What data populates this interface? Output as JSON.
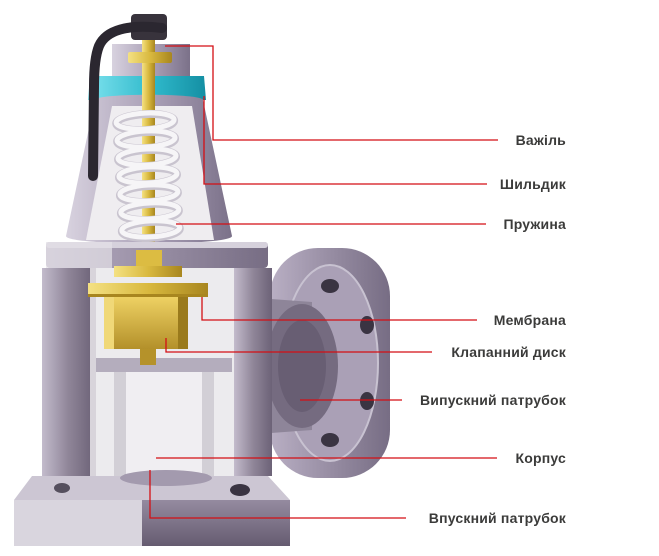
{
  "diagram": {
    "type": "labeled-technical-illustration",
    "labels": [
      {
        "part": "lever",
        "text": "Важіль"
      },
      {
        "part": "nameplate",
        "text": "Шильдик"
      },
      {
        "part": "spring",
        "text": "Пружина"
      },
      {
        "part": "membrane",
        "text": "Мембрана"
      },
      {
        "part": "valve-disc",
        "text": "Клапанний диск"
      },
      {
        "part": "outlet-port",
        "text": "Випускний патрубок"
      },
      {
        "part": "body",
        "text": "Корпус"
      },
      {
        "part": "inlet-port",
        "text": "Впускний патрубок"
      }
    ],
    "colors": {
      "leader_line": "#d40f14",
      "label_text": "#3b3b3a",
      "body_purple": "#8d8398",
      "brass_yellow": "#d9b93f",
      "nameplate_teal": "#2fb9cb",
      "lever_black": "#2b2730",
      "spring_white": "#f4f3f5"
    }
  }
}
